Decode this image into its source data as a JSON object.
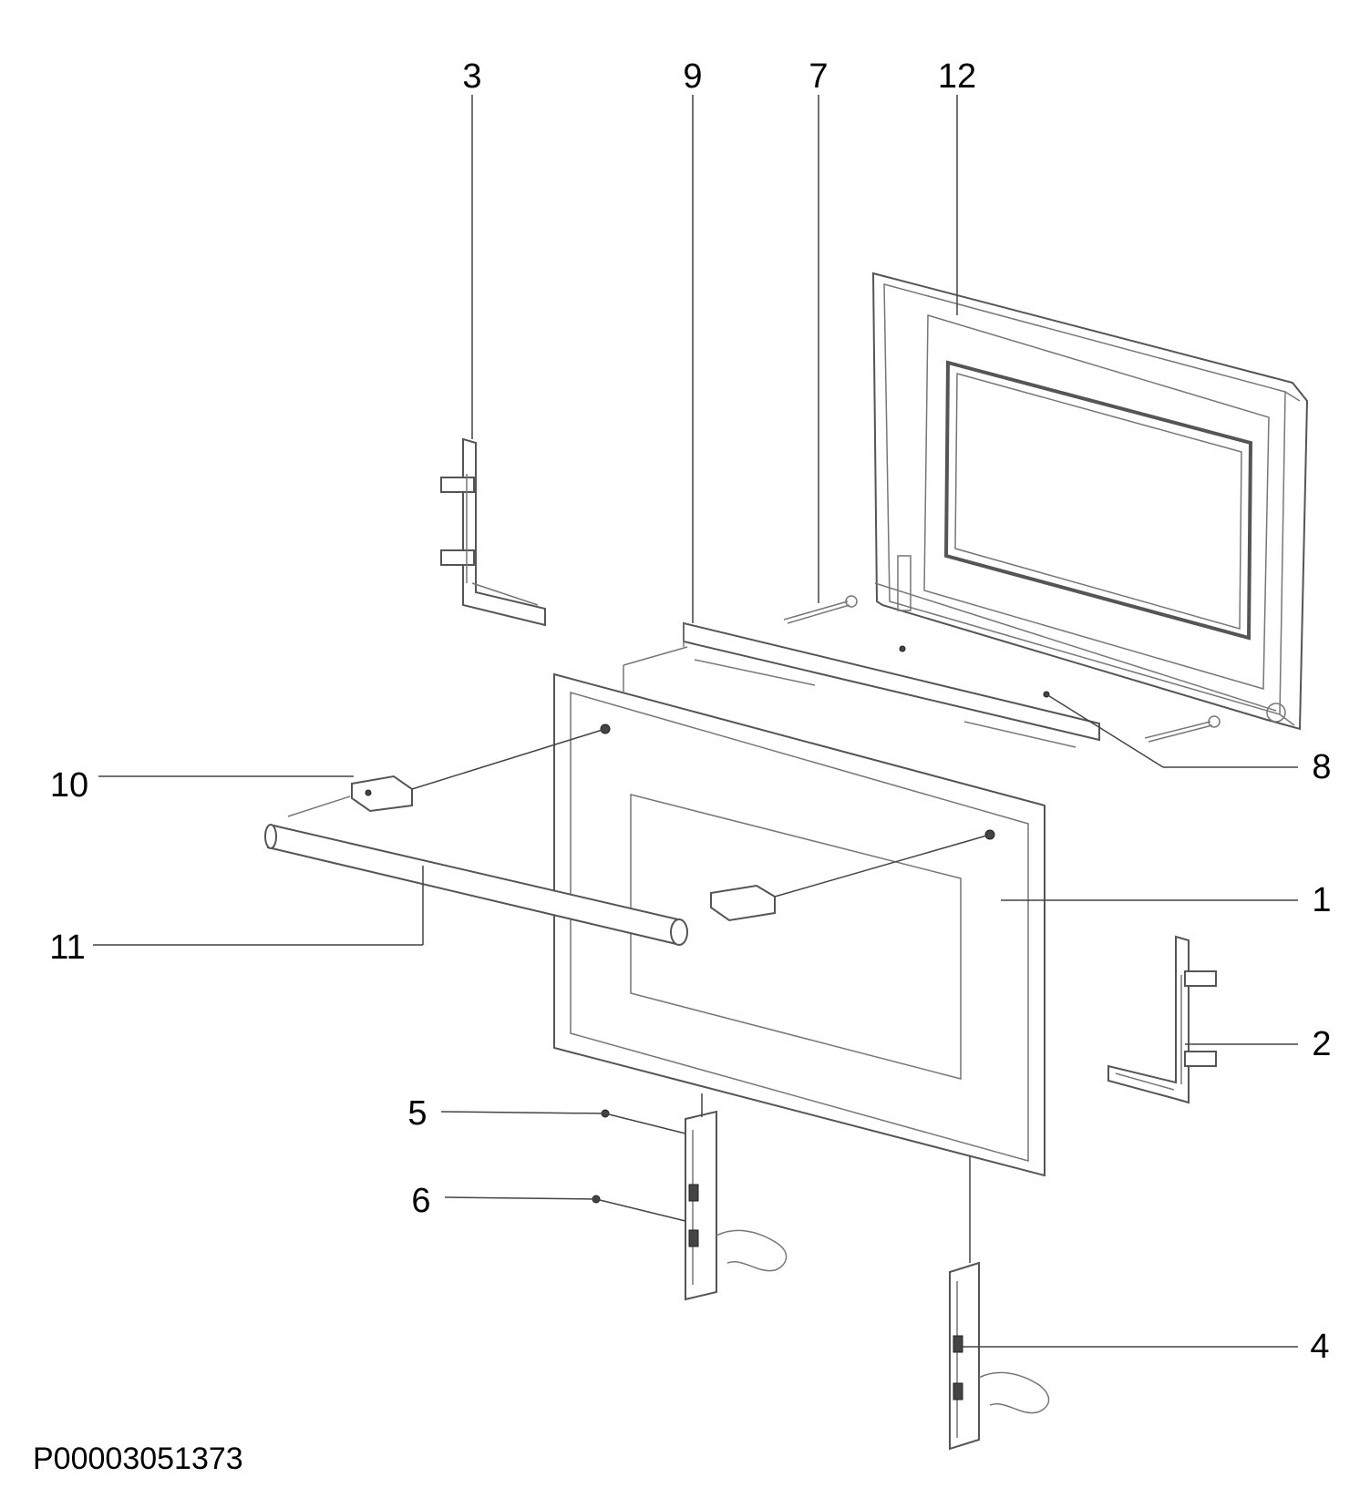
{
  "diagram": {
    "callouts": [
      "1",
      "2",
      "3",
      "4",
      "5",
      "6",
      "7",
      "8",
      "9",
      "10",
      "11",
      "12"
    ],
    "drawing_code": "P00003051373"
  }
}
